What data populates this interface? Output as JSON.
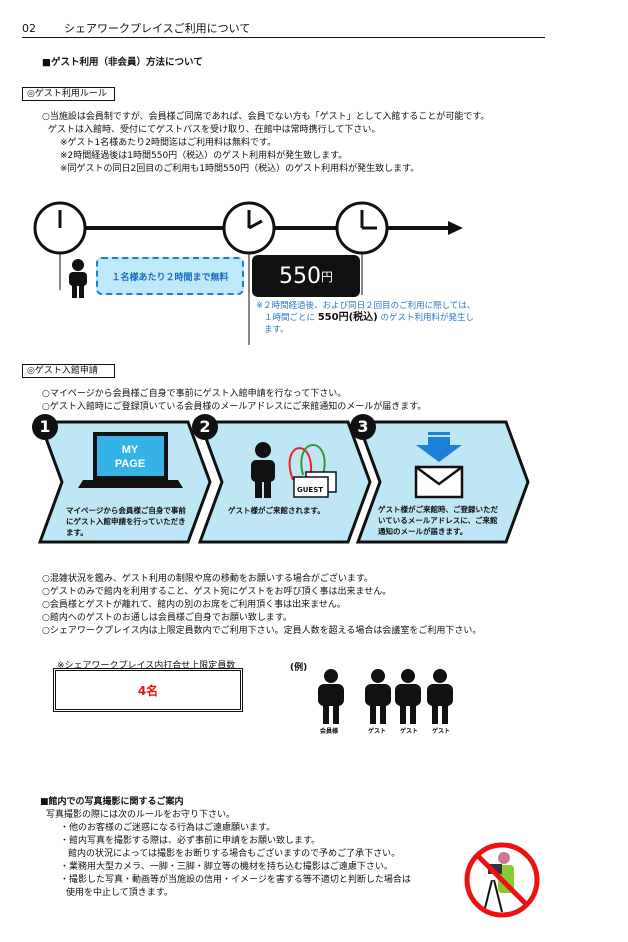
{
  "header": {
    "page_no": "02",
    "title": "シェアワークプレイスご利用について"
  },
  "section_title": "■ゲスト利用（非会員）方法について",
  "rules": {
    "label": "◎ゲスト利用ルール",
    "lines": [
      "○当施設は会員制ですが、会員様ご同席であれば、会員でない方も「ゲスト」として入館することが可能です。",
      "ゲストは入館時、受付にてゲストパスを受け取り、在館中は常時携行して下さい。",
      "※ゲスト1名様あたり2時間迄はご利用料は無料です。",
      "※2時間経過後は1時間550円（税込）のゲスト利用料が発生致します。",
      "※同ゲストの同日2回目のご利用も1時間550円（税込）のゲスト利用料が発生致します。"
    ]
  },
  "timeline": {
    "free_label": "１名様あたり２時間まで無料",
    "price": "550",
    "price_unit": "円",
    "note_1": "※２時間経過後、および同日２回目のご利用に際しては、",
    "note_2a": "１時間ごとに",
    "note_2b": "550円(税込)",
    "note_2c": "のゲスト利用料が発生し",
    "note_3": "ます。",
    "clock_hours": [
      12,
      2,
      3
    ]
  },
  "application": {
    "label": "◎ゲスト入館申請",
    "lines": [
      "○マイページから会員様ご自身で事前にゲスト入館申請を行なって下さい。",
      "○ゲスト入館時にご登録頂いている会員様のメールアドレスにご来館通知のメールが届きます。"
    ],
    "steps": [
      {
        "num": "1",
        "screen": "MY PAGE",
        "text": "マイページから会員様ご自身で事前にゲスト入館申請を行っていただきます。"
      },
      {
        "num": "2",
        "badge": "GUEST",
        "text": "ゲスト様がご来館されます。"
      },
      {
        "num": "3",
        "text": "ゲスト様がご来館時、ご登録いただいているメールアドレスに、ご来館通知のメールが届きます。"
      }
    ]
  },
  "notes": [
    "○混雑状況を鑑み、ゲスト利用の制限や席の移動をお願いする場合がございます。",
    "○ゲストのみで館内を利用すること、ゲスト宛にゲストをお呼び頂く事は出来ません。",
    "○会員様とゲストが離れて、館内の別のお席をご利用頂く事は出来ません。",
    "○館内へのゲストのお通しは会員様ご自身でお願い致します。",
    "○シェアワークプレイス内は上限定員数内でご利用下さい。定員人数を超える場合は会議室をご利用下さい。"
  ],
  "capacity": {
    "label": "※シェアワークプレイス内打合せ上限定員数",
    "value": "4名",
    "example": "(例)",
    "people": [
      "会員様",
      "ゲスト",
      "ゲスト",
      "ゲスト"
    ]
  },
  "photo": {
    "title": "■館内での写真撮影に関するご案内",
    "intro": "写真撮影の際には次のルールをお守り下さい。",
    "lines": [
      "・他のお客様のご迷惑になる行為はご遠慮願います。",
      "・館内写真を撮影する際は、必ず事前に申請をお願い致します。",
      "館内の状況によっては撮影をお断りする場合もございますので予めご了承下さい。",
      "・業務用大型カメラ、一脚・三脚・脚立等の機材を持ち込む撮影はご遠慮下さい。",
      "・撮影した写真・動画等が当施設の信用・イメージを害する等不適切と判断した場合は",
      "使用を中止して頂きます。"
    ]
  },
  "colors": {
    "accent_blue": "#1b7fd0",
    "step_bg": "#bfe6f5",
    "red": "#e11111"
  }
}
